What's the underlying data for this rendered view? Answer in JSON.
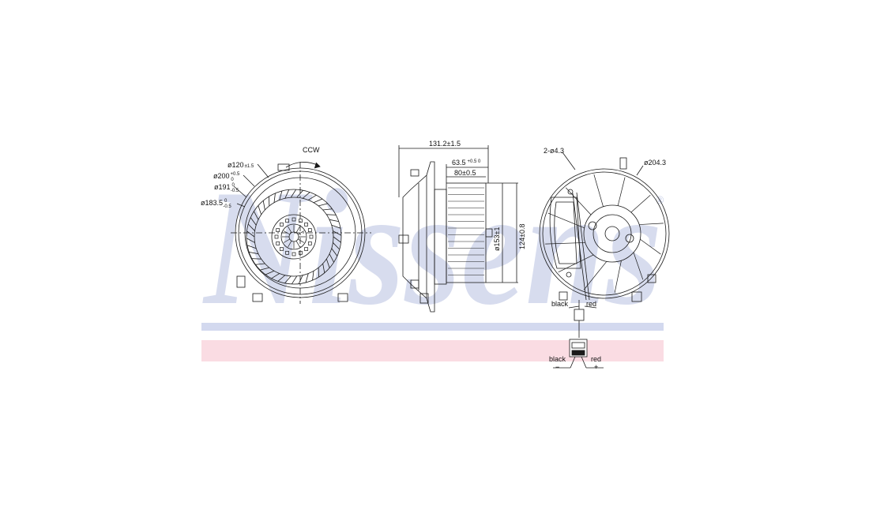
{
  "colors": {
    "line": "#1a1a1a",
    "watermark": "#c9d0e8",
    "stripe_blue": "#d3d9ef",
    "stripe_pink": "#fadce3"
  },
  "watermark": {
    "text": "Nissens",
    "reg": "®"
  },
  "front_view": {
    "rotation": "CCW",
    "dimensions": [
      {
        "main": "ø120",
        "tol_plus": "±1.5",
        "tol_minus": ""
      },
      {
        "main": "ø200",
        "tol_plus": "+0.5",
        "tol_minus": "0"
      },
      {
        "main": "ø191",
        "tol_plus": "0",
        "tol_minus": "-0.5"
      },
      {
        "main": "ø183.5",
        "tol_plus": "0",
        "tol_minus": "-0.5"
      }
    ]
  },
  "side_view": {
    "overall_length": "131.2±1.5",
    "dim_635": "63.5",
    "dim_635_tol": "+0.5 0",
    "dim_80": "80±0.5",
    "diameter": "ø153±1",
    "height": "124±0.8"
  },
  "rear_view": {
    "holes": "2-ø4.3",
    "diameter": "ø204.3",
    "wire_left": "black",
    "wire_right": "red"
  },
  "connector": {
    "left_label": "black",
    "right_label": "red",
    "left_sign": "−",
    "right_sign": "+"
  }
}
